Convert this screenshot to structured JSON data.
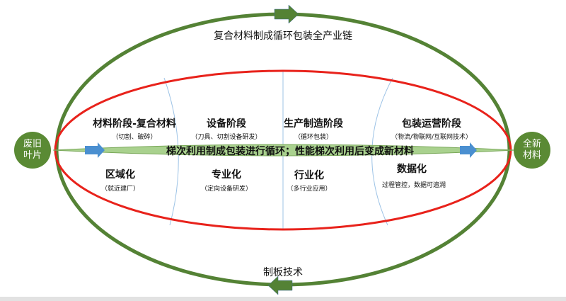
{
  "outer_cycle": {
    "top_label": "复合材料制成循环包装全产业链",
    "bottom_label": "制板技术"
  },
  "nodes": {
    "left": "废旧叶片",
    "right": "全新材料"
  },
  "central_band": "梯次利用制成包装进行循环；性能梯次利用后变成新材料",
  "stages": [
    {
      "title": "材料阶段-复合材料",
      "sub": "（切割、破碎）",
      "trait": "区域化",
      "trait_sub": "（就近建厂）"
    },
    {
      "title": "设备阶段",
      "sub": "（刀具、切割设备研发）",
      "trait": "专业化",
      "trait_sub": "（定向设备研发）"
    },
    {
      "title": "生产制造阶段",
      "sub": "（循环包装）",
      "trait": "行业化",
      "trait_sub": "（多行业应用）"
    },
    {
      "title": "包装运营阶段",
      "sub": "（物流/物联网/互联网技术）",
      "trait": "数据化",
      "trait_sub": "过程管控，数据可追溯"
    }
  ],
  "colors": {
    "green": "#548235",
    "red": "#e8221b",
    "band": "#a9d18e",
    "arrow_blue": "#4a8fd0",
    "divider": "#9dc3e6"
  }
}
